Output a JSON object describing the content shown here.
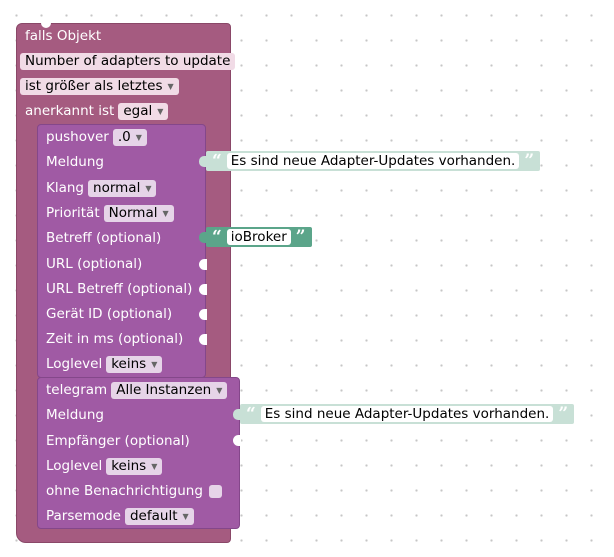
{
  "trigger": {
    "title": "falls Objekt",
    "object_field": "Number of adapters to update",
    "condition": "ist größer als letztes",
    "ack_label": "anerkannt ist",
    "ack_value": "egal"
  },
  "pushover": {
    "label": "pushover",
    "instance": ".0",
    "message_label": "Meldung",
    "message_text": "Es sind neue Adapter-Updates vorhanden.",
    "sound_label": "Klang",
    "sound_value": "normal",
    "priority_label": "Priorität",
    "priority_value": "Normal",
    "subject_label": "Betreff (optional)",
    "subject_text": "ioBroker",
    "url_label": "URL (optional)",
    "url_title_label": "URL Betreff (optional)",
    "device_label": "Gerät ID (optional)",
    "time_label": "Zeit in ms (optional)",
    "loglevel_label": "Loglevel",
    "loglevel_value": "keins"
  },
  "telegram": {
    "label": "telegram",
    "instance": "Alle Instanzen",
    "message_label": "Meldung",
    "message_text": "Es sind neue Adapter-Updates vorhanden.",
    "recipient_label": "Empfänger (optional)",
    "loglevel_label": "Loglevel",
    "loglevel_value": "keins",
    "silent_label": "ohne Benachrichtigung",
    "parsemode_label": "Parsemode",
    "parsemode_value": "default"
  },
  "quote_open": "“",
  "quote_close": "”",
  "dropdown_glyph": "▼",
  "colors": {
    "trigger_block": "#a55b80",
    "action_block": "#a05aa4",
    "text_block_light": "#c8e0d6",
    "text_block_dark": "#5ba58a"
  }
}
